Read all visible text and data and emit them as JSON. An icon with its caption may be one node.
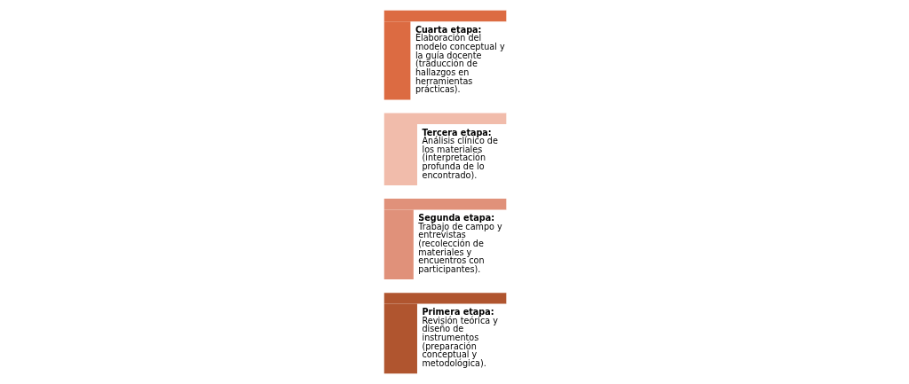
{
  "diagram": {
    "nodes": [
      {
        "text": [
          "Primera etapa:",
          "Revisión teórica y diseño de instrumentos (preparación conceptual y metodológica)."
        ]
      },
      {
        "text": [
          "Segunda etapa:",
          "Trabajo de campo y entrevistas (recolección de materiales y encuentros con participantes)."
        ]
      },
      {
        "text": [
          "Tercera etapa:",
          "Análisis clínico de los materiales (interpretación profunda de lo encontrado)."
        ]
      },
      {
        "text": [
          "Cuarta etapa:",
          "Elaboración del modelo conceptual y la guía docente (traducción de hallazgos en herramientas prácticas)."
        ]
      }
    ],
    "edges": []
  }
}
